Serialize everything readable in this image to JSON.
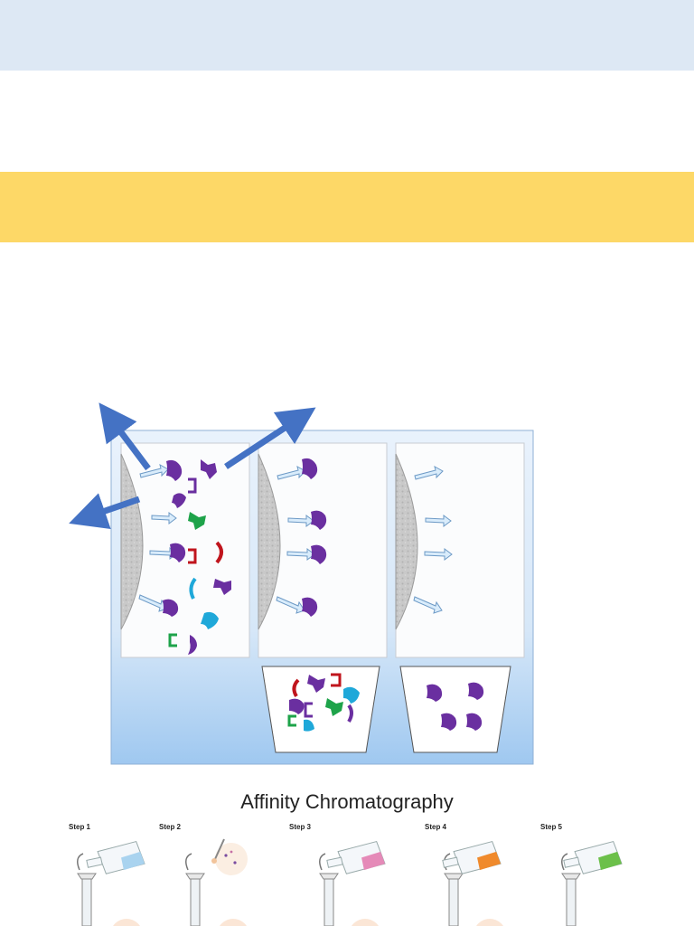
{
  "colors": {
    "top_band": "#dde8f4",
    "mid_band": "#fdd867",
    "arrow_blue": "#4472c4",
    "panel_bg": "#bcd8f3",
    "protein_purple": "#6a2fa0",
    "contaminant_red": "#c0151d",
    "contaminant_green": "#1ea34a",
    "contaminant_cyan": "#1fa8d9"
  },
  "icons": {
    "target_protein": "purple-bean-icon",
    "contaminant_bracket": "bracket-icon",
    "contaminant_crescent": "crescent-icon",
    "ligand_arrow": "ligand-arrow-icon",
    "flask": "flask-icon",
    "column": "column-icon"
  },
  "bottom_figure": {
    "title": "Affinity Chromatography",
    "steps": [
      {
        "label": "Step 1",
        "liquid": "#a9d3ef"
      },
      {
        "label": "Step 2",
        "liquid": "#f2c49b"
      },
      {
        "label": "Step 3",
        "liquid": "#e58ab8"
      },
      {
        "label": "Step 4",
        "liquid": "#f08a2c"
      },
      {
        "label": "Step 5",
        "liquid": "#6cc04a"
      }
    ]
  }
}
